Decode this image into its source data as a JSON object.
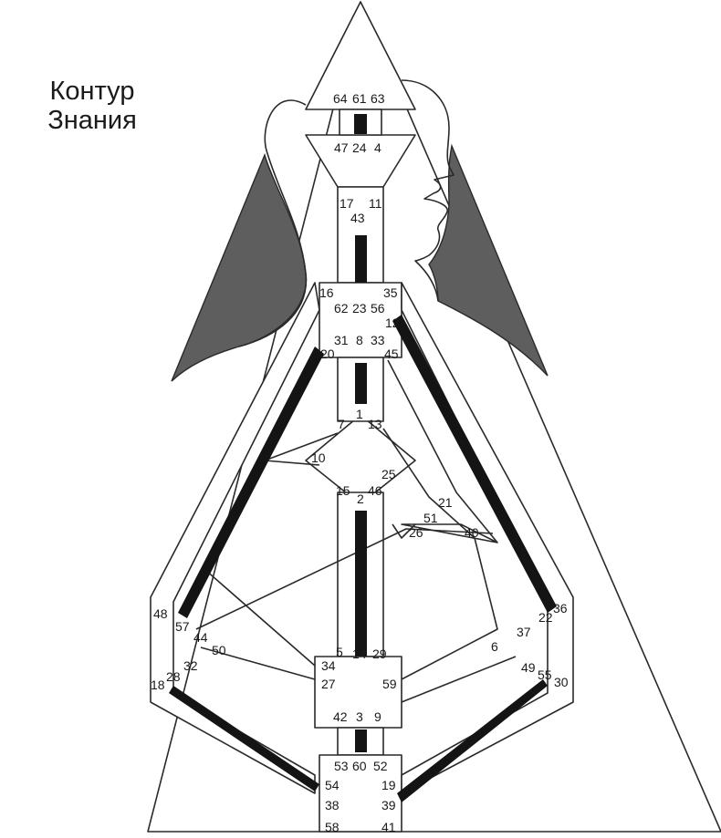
{
  "title": {
    "line1": "Контур",
    "line2": "Знания"
  },
  "colors": {
    "background": "#ffffff",
    "line": "#2a2a2a",
    "shadow": "#5e5e5e",
    "activation": "#141414"
  },
  "gates": {
    "g64": "64",
    "g61": "61",
    "g63": "63",
    "g47": "47",
    "g24": "24",
    "g4": "4",
    "g17": "17",
    "g43": "43",
    "g11": "11",
    "g16": "16",
    "g62": "62",
    "g23": "23",
    "g56": "56",
    "g35": "35",
    "g12": "12",
    "g31": "31",
    "g8": "8",
    "g33": "33",
    "g20": "20",
    "g45": "45",
    "g7": "7",
    "g1": "1",
    "g13": "13",
    "g10": "10",
    "g15": "15",
    "g2": "2",
    "g46": "46",
    "g25": "25",
    "g21": "21",
    "g51": "51",
    "g26": "26",
    "g40": "40",
    "g48": "48",
    "g57": "57",
    "g44": "44",
    "g50": "50",
    "g36": "36",
    "g22": "22",
    "g37": "37",
    "g6": "6",
    "g5": "5",
    "g14": "14",
    "g29": "29",
    "g34": "34",
    "g32": "32",
    "g28": "28",
    "g18": "18",
    "g49": "49",
    "g55": "55",
    "g30": "30",
    "g27": "27",
    "g59": "59",
    "g42": "42",
    "g3": "3",
    "g9": "9",
    "g53": "53",
    "g60": "60",
    "g52": "52",
    "g54": "54",
    "g19": "19",
    "g38": "38",
    "g39": "39",
    "g58": "58",
    "g41": "41"
  }
}
